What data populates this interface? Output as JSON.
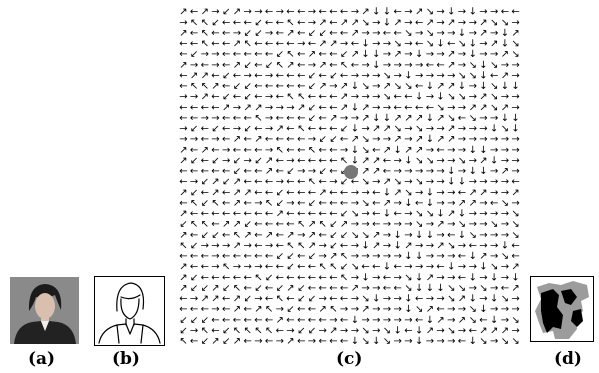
{
  "figure": {
    "labels": [
      "(a)",
      "(b)",
      "(c)",
      "(d)"
    ],
    "grid_rows": 32,
    "grid_cols": 32,
    "arrow_glyphs": [
      "←",
      "→",
      "↑",
      "↓",
      "↖",
      "↗",
      "↙",
      "↘"
    ]
  },
  "colors": {
    "photo_background": "#8a8a8a",
    "hair": "#1b1b1b",
    "skin": "#d8bfae",
    "jacket": "#222222",
    "center_dot": "#777777",
    "segment_black": "#000000",
    "segment_gray": "#9c9c9c",
    "segment_white": "#ffffff"
  }
}
